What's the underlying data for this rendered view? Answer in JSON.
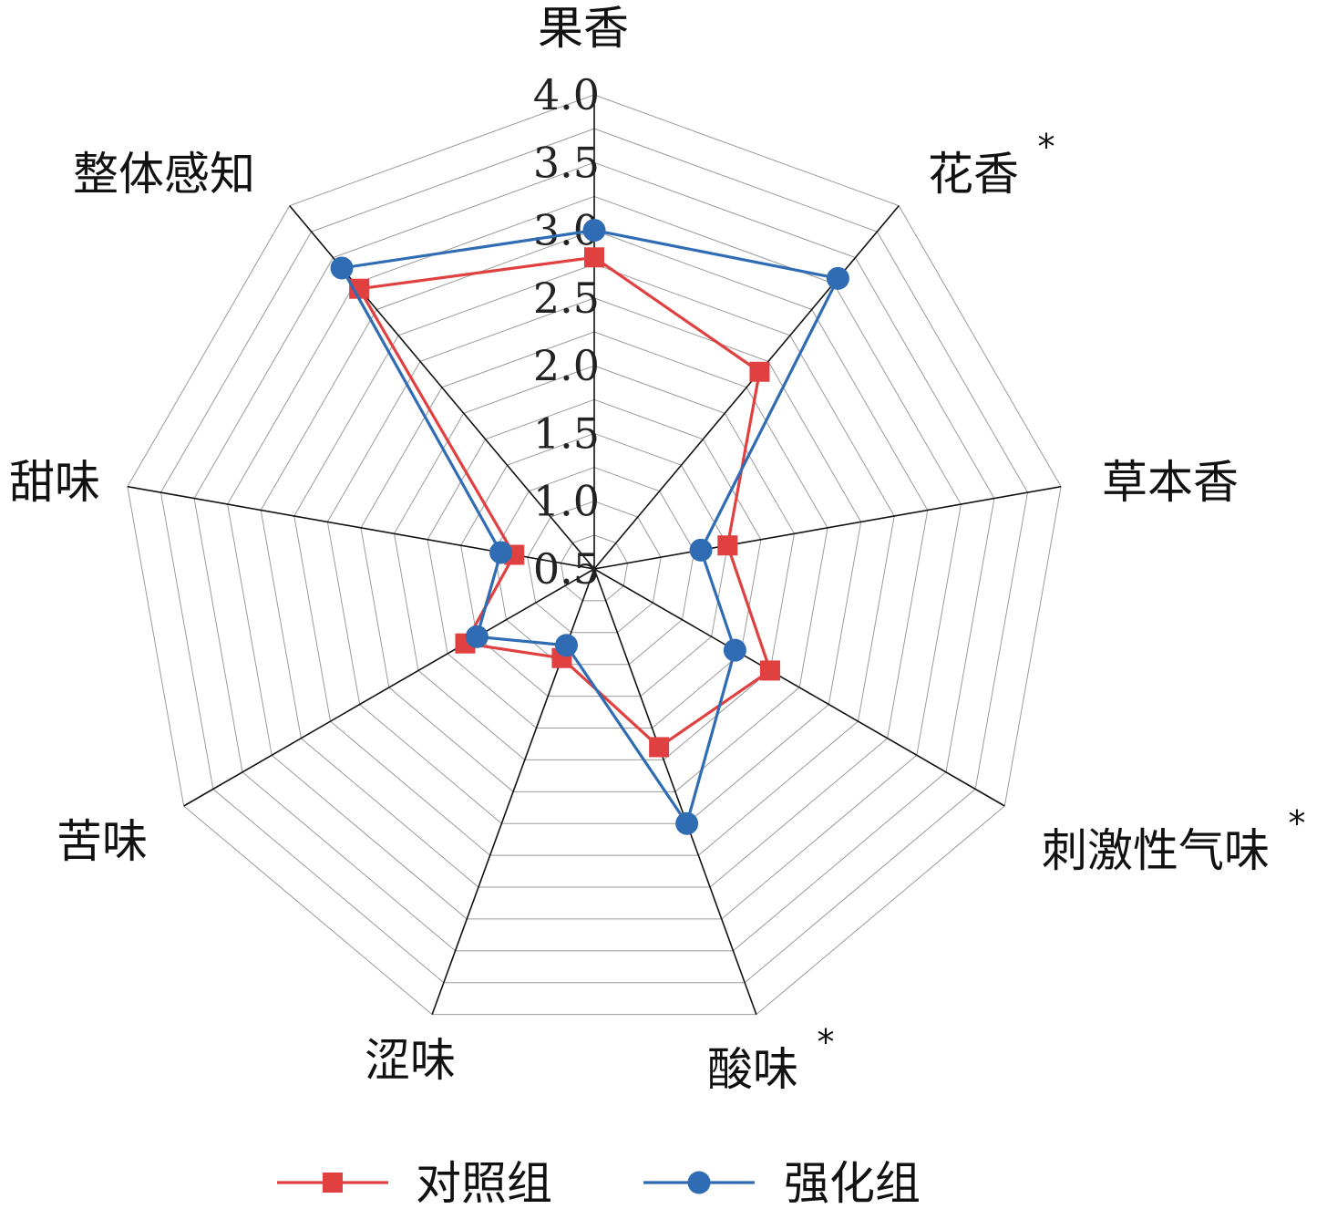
{
  "chart_data": {
    "type": "radar",
    "title": "",
    "categories": [
      "果香",
      "花香",
      "草本香",
      "刺激性气味",
      "酸味",
      "涩味",
      "苦味",
      "甜味",
      "整体感知"
    ],
    "significant": [
      false,
      true,
      false,
      true,
      true,
      false,
      false,
      false,
      false
    ],
    "significance_marker": "*",
    "ticks": [
      "0.5",
      "1.0",
      "1.5",
      "2.0",
      "2.5",
      "3.0",
      "3.5",
      "4.0"
    ],
    "tick_values": [
      0.5,
      1.0,
      1.5,
      2.0,
      2.5,
      3.0,
      3.5,
      4.0
    ],
    "range": [
      0.5,
      4.0
    ],
    "grid": true,
    "legend_position": "bottom",
    "series": [
      {
        "name": "对照组",
        "color": "#e04040",
        "marker": "square",
        "values": [
          2.8,
          2.4,
          1.5,
          2.0,
          1.9,
          1.2,
          1.6,
          1.1,
          3.2
        ]
      },
      {
        "name": "强化组",
        "color": "#2f6cb3",
        "marker": "circle",
        "values": [
          3.0,
          3.3,
          1.3,
          1.7,
          2.5,
          1.1,
          1.5,
          1.2,
          3.4
        ]
      }
    ]
  }
}
